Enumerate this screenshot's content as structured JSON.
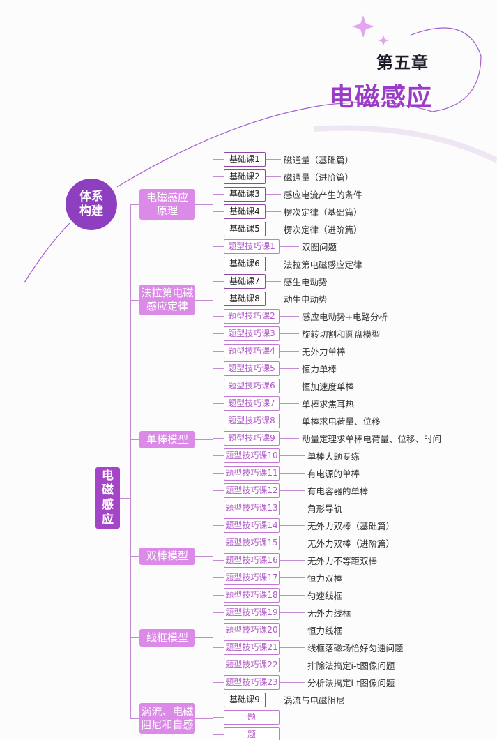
{
  "header": {
    "chapter": "第五章",
    "title": "电磁感应"
  },
  "circle_label": "体系构建",
  "root_label": "电磁感应",
  "groups": [
    {
      "label": "电磁感应原理",
      "items": [
        {
          "tag": "基础课1",
          "text": "磁通量（基础篇）"
        },
        {
          "tag": "基础课2",
          "text": "磁通量（进阶篇）"
        },
        {
          "tag": "基础课3",
          "text": "感应电流产生的条件"
        },
        {
          "tag": "基础课4",
          "text": "楞次定律（基础篇）"
        },
        {
          "tag": "基础课5",
          "text": "楞次定律（进阶篇）"
        },
        {
          "tag": "题型技巧课1",
          "text": "双圈问题"
        }
      ]
    },
    {
      "label": "法拉第电磁感应定律",
      "items": [
        {
          "tag": "基础课6",
          "text": "法拉第电磁感应定律"
        },
        {
          "tag": "基础课7",
          "text": "感生电动势"
        },
        {
          "tag": "基础课8",
          "text": "动生电动势"
        },
        {
          "tag": "题型技巧课2",
          "text": "感应电动势+电路分析"
        },
        {
          "tag": "题型技巧课3",
          "text": "旋转切割和圆盘模型"
        }
      ]
    },
    {
      "label": "单棒模型",
      "items": [
        {
          "tag": "题型技巧课4",
          "text": "无外力单棒"
        },
        {
          "tag": "题型技巧课5",
          "text": "恒力单棒"
        },
        {
          "tag": "题型技巧课6",
          "text": "恒加速度单棒"
        },
        {
          "tag": "题型技巧课7",
          "text": "单棒求焦耳热"
        },
        {
          "tag": "题型技巧课8",
          "text": "单棒求电荷量、位移"
        },
        {
          "tag": "题型技巧课9",
          "text": "动量定理求单棒电荷量、位移、时间"
        },
        {
          "tag": "题型技巧课10",
          "text": "单棒大题专练"
        },
        {
          "tag": "题型技巧课11",
          "text": "有电源的单棒"
        },
        {
          "tag": "题型技巧课12",
          "text": "有电容器的单棒"
        },
        {
          "tag": "题型技巧课13",
          "text": "角形导轨"
        }
      ]
    },
    {
      "label": "双棒模型",
      "items": [
        {
          "tag": "题型技巧课14",
          "text": "无外力双棒（基础篇）"
        },
        {
          "tag": "题型技巧课15",
          "text": "无外力双棒（进阶篇）"
        },
        {
          "tag": "题型技巧课16",
          "text": "无外力不等距双棒"
        },
        {
          "tag": "题型技巧课17",
          "text": "恒力双棒"
        }
      ]
    },
    {
      "label": "线框模型",
      "items": [
        {
          "tag": "题型技巧课18",
          "text": "匀速线框"
        },
        {
          "tag": "题型技巧课19",
          "text": "无外力线框"
        },
        {
          "tag": "题型技巧课20",
          "text": "恒力线框"
        },
        {
          "tag": "题型技巧课21",
          "text": "线框落磁场恰好匀速问题"
        },
        {
          "tag": "题型技巧课22",
          "text": "排除法搞定i-t图像问题"
        },
        {
          "tag": "题型技巧课23",
          "text": "分析法搞定i-t图像问题"
        }
      ]
    },
    {
      "label": "涡流、电磁阻尼和自感",
      "items": [
        {
          "tag": "基础课9",
          "text": "涡流与电磁阻尼"
        },
        {
          "tag": "题",
          "text": ""
        },
        {
          "tag": "题",
          "text": ""
        }
      ]
    }
  ]
}
